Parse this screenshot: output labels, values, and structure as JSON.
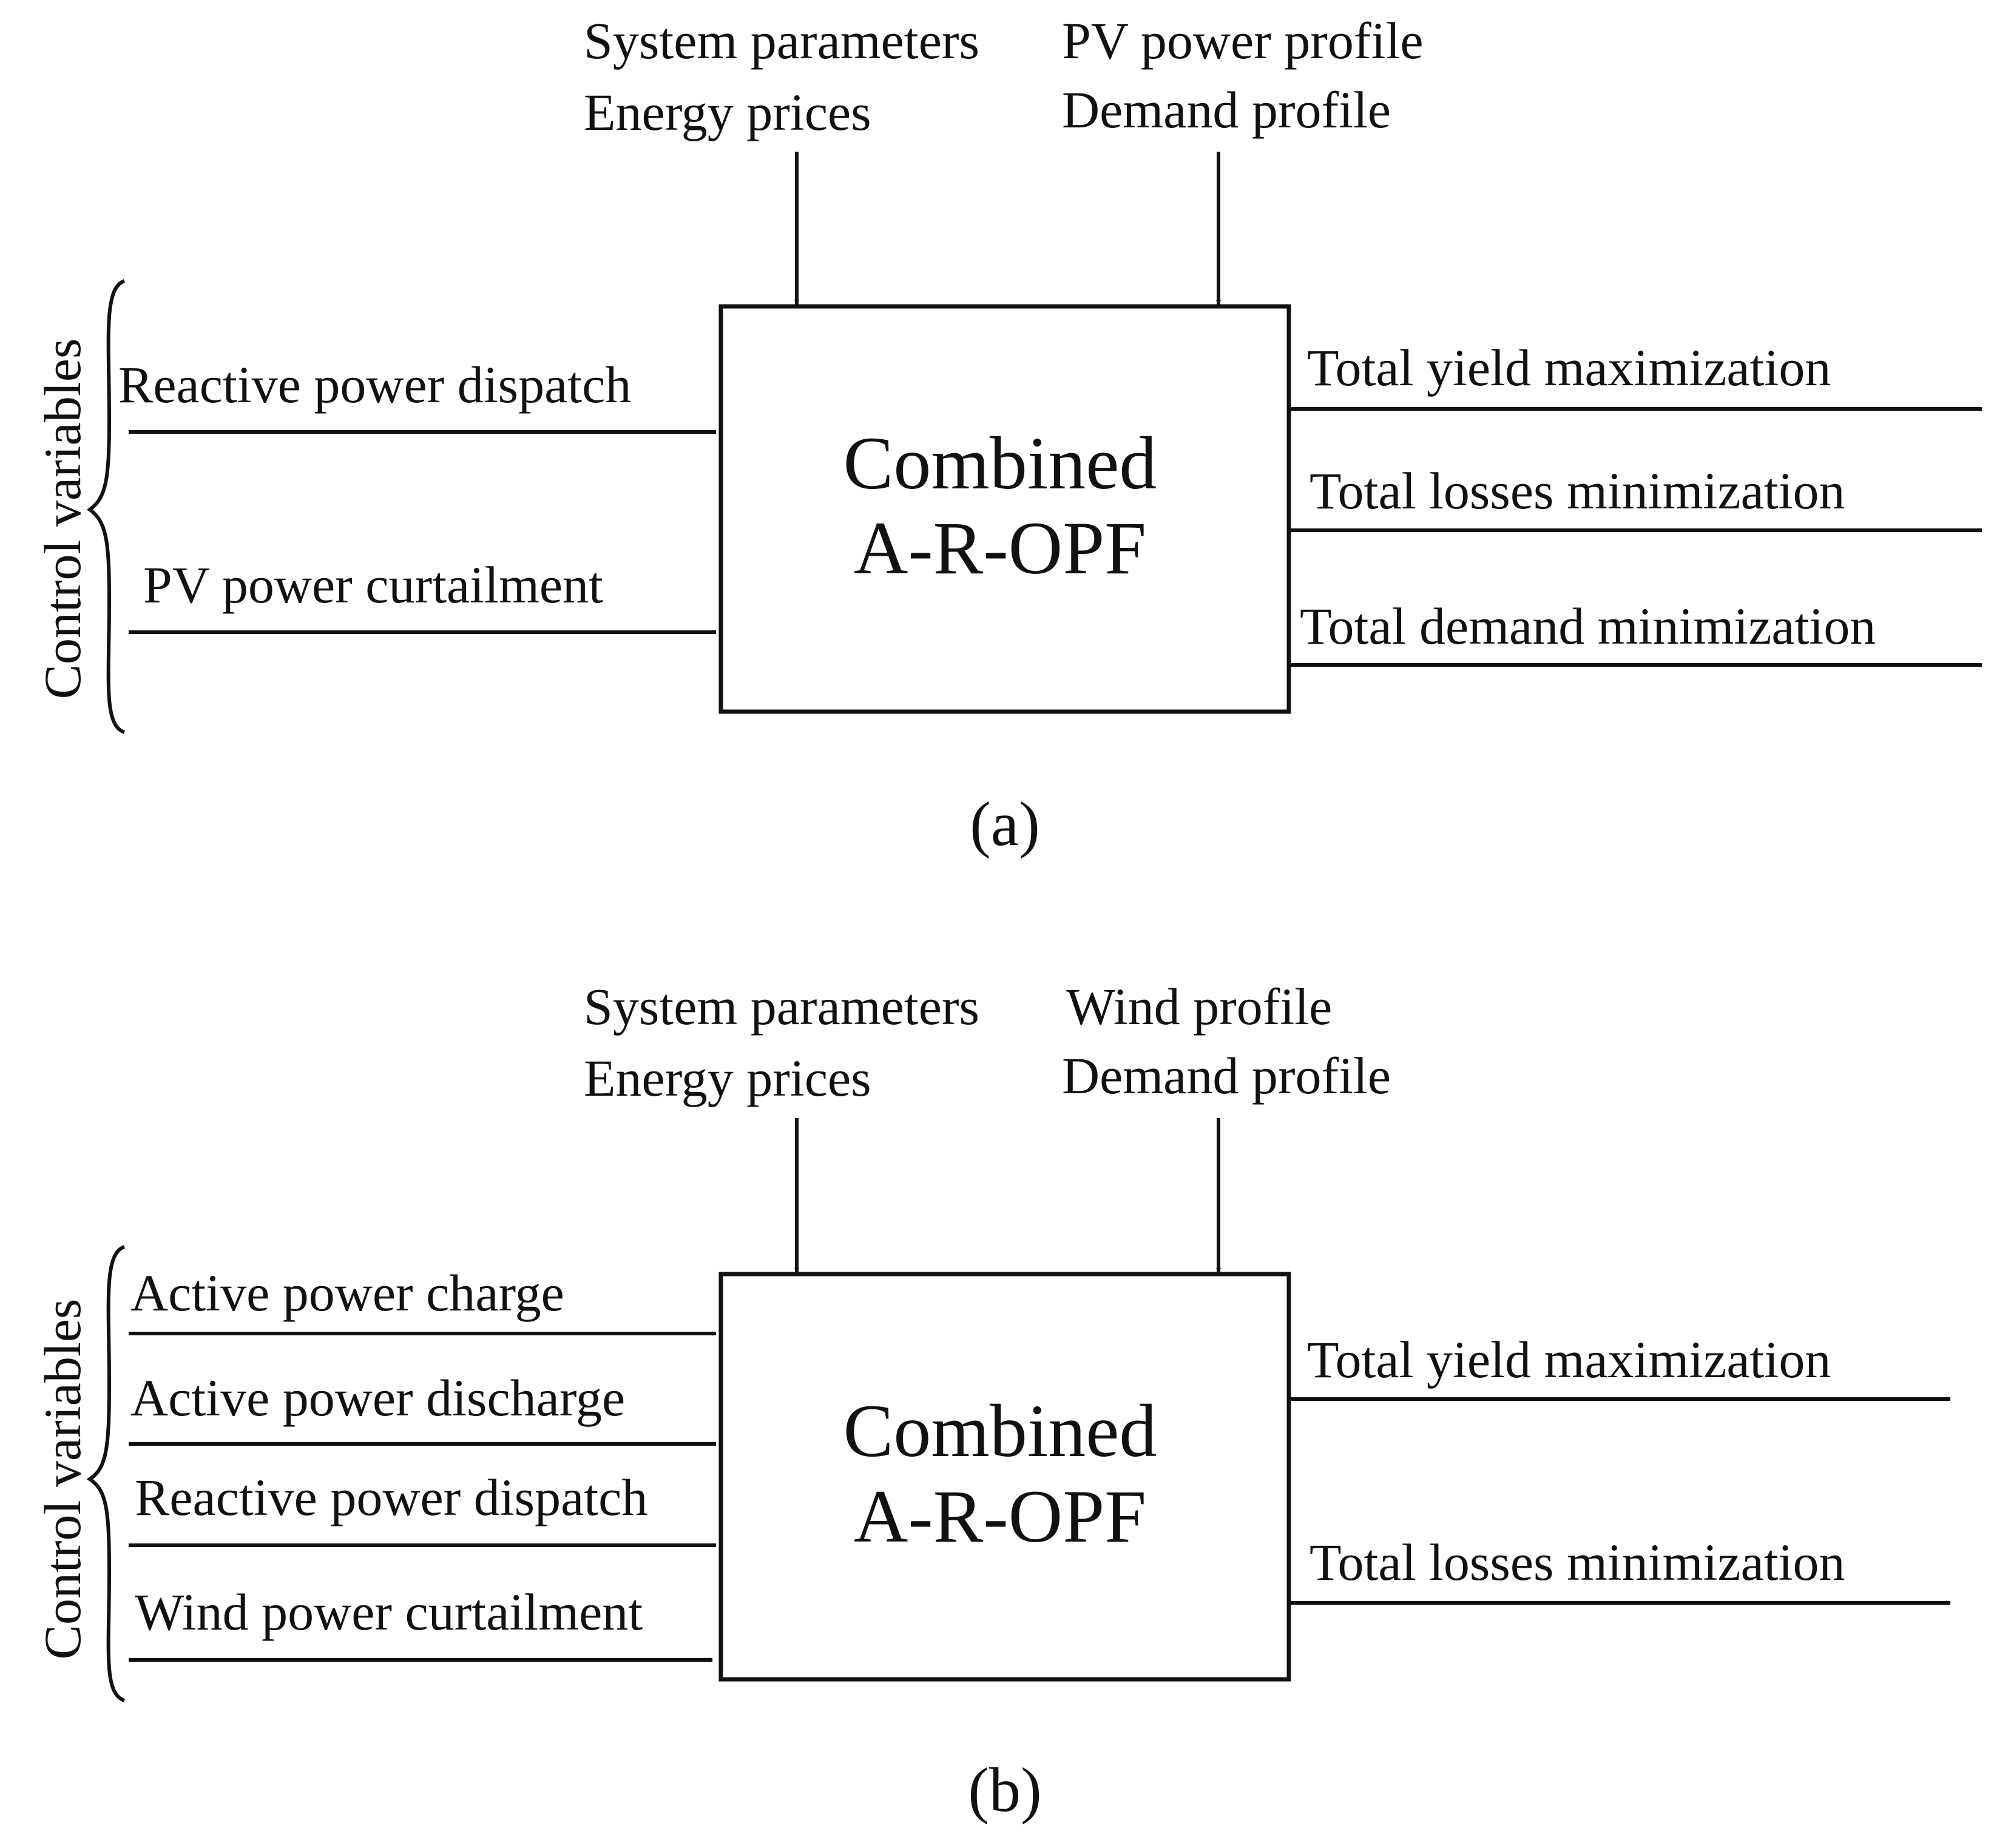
{
  "panel_a": {
    "inputs_top_left": [
      "System parameters",
      "Energy prices"
    ],
    "inputs_top_right": [
      "PV power profile",
      "Demand profile"
    ],
    "side_label": "Control variables",
    "control_variables": [
      "Reactive power dispatch",
      "PV power curtailment"
    ],
    "box_title": [
      "Combined",
      "A-R-OPF"
    ],
    "outputs": [
      "Total yield maximization",
      "Total losses minimization",
      "Total demand minimization"
    ],
    "caption": "(a)"
  },
  "panel_b": {
    "inputs_top_left": [
      "System parameters",
      "Energy prices"
    ],
    "inputs_top_right": [
      "Wind profile",
      "Demand profile"
    ],
    "side_label": "Control variables",
    "control_variables": [
      "Active power charge",
      "Active power discharge",
      "Reactive power dispatch",
      "Wind power curtailment"
    ],
    "box_title": [
      "Combined",
      "A-R-OPF"
    ],
    "outputs": [
      "Total yield maximization",
      "Total losses minimization"
    ],
    "caption": "(b)"
  }
}
